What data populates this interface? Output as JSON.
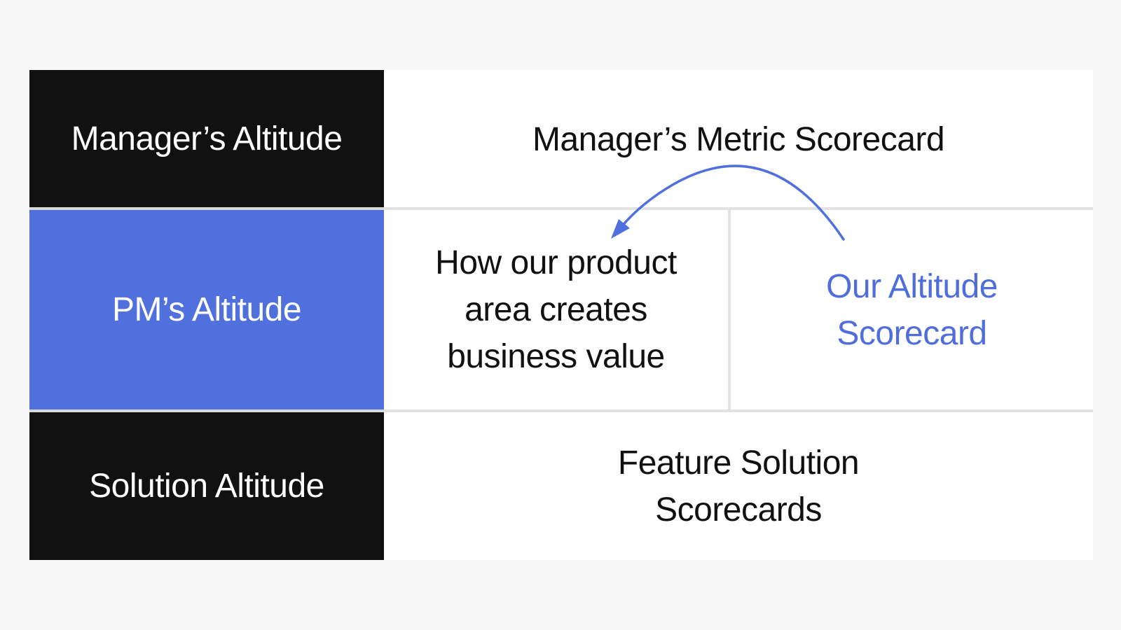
{
  "rows": [
    {
      "label": "Manager’s Altitude",
      "content": "Manager’s Metric Scorecard"
    },
    {
      "label": "PM’s Altitude",
      "left_content": [
        "How our product",
        "area creates",
        "business value"
      ],
      "right_content": [
        "Our Altitude",
        "Scorecard"
      ]
    },
    {
      "label": "Solution Altitude",
      "content": [
        "Feature Solution",
        "Scorecards"
      ]
    }
  ],
  "colors": {
    "dark": "#111111",
    "accent_blue": "#5070dd",
    "text_blue": "#4f6ddb",
    "background": "#f7f7f7"
  },
  "arrow": {
    "from": "Our Altitude Scorecard",
    "to": "How our product area creates business value",
    "icon": "curved-arrow-icon"
  }
}
